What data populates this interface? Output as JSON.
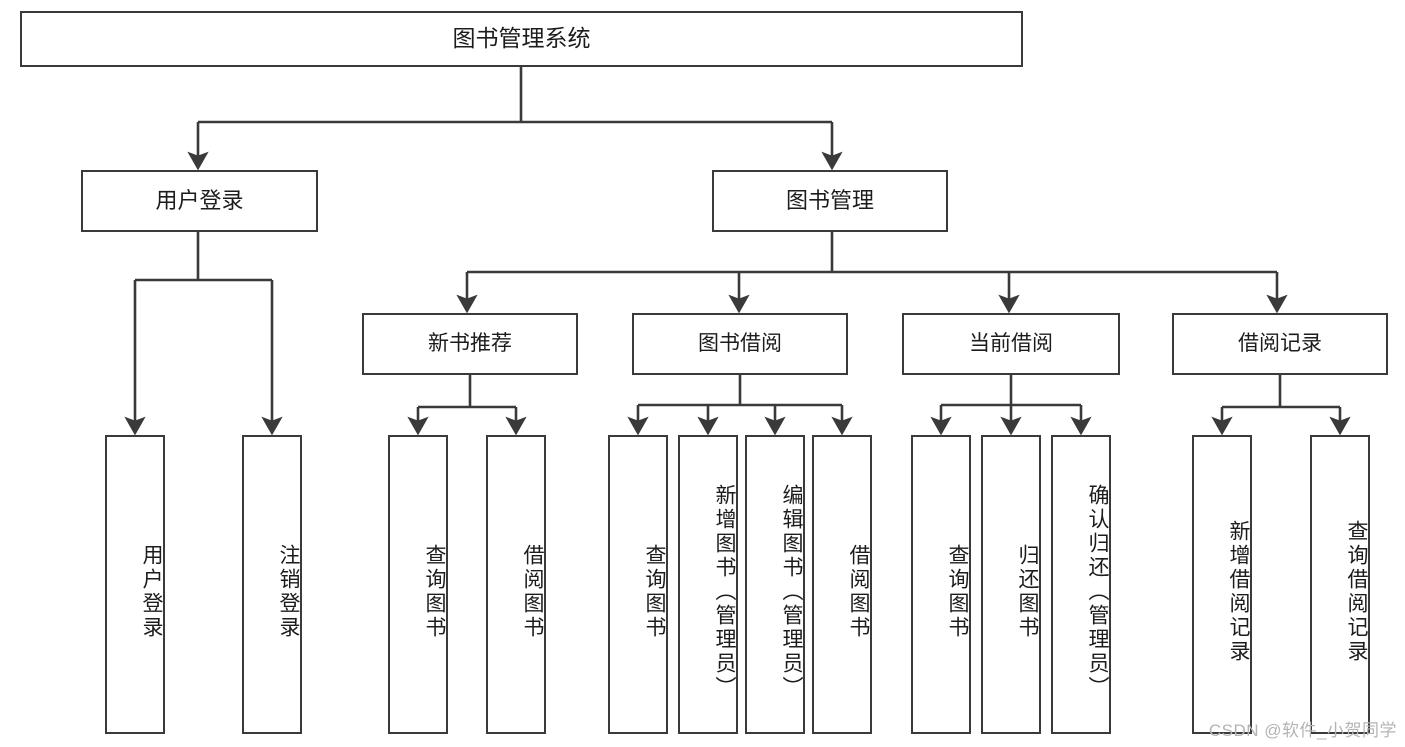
{
  "diagram": {
    "title": "图书管理系统",
    "type": "tree-hierarchy",
    "watermark": "CSDN @软件_小贺同学",
    "colors": {
      "stroke": "#3a3a3a",
      "fill": "#ffffff",
      "text": "#1c1c1c",
      "watermark": "#b4b4b4"
    },
    "root": {
      "label": "图书管理系统"
    },
    "level2": [
      {
        "label": "用户登录"
      },
      {
        "label": "图书管理"
      }
    ],
    "level3": [
      {
        "label": "新书推荐"
      },
      {
        "label": "图书借阅"
      },
      {
        "label": "当前借阅"
      },
      {
        "label": "借阅记录"
      }
    ],
    "leaves": [
      {
        "label": "用户登录",
        "parent": "用户登录"
      },
      {
        "label": "注销登录",
        "parent": "用户登录"
      },
      {
        "label": "查询图书",
        "parent": "新书推荐"
      },
      {
        "label": "借阅图书",
        "parent": "新书推荐"
      },
      {
        "label": "查询图书",
        "parent": "图书借阅"
      },
      {
        "label": "新增图书（管理员）",
        "parent": "图书借阅"
      },
      {
        "label": "编辑图书（管理员）",
        "parent": "图书借阅"
      },
      {
        "label": "借阅图书",
        "parent": "图书借阅"
      },
      {
        "label": "查询图书",
        "parent": "当前借阅"
      },
      {
        "label": "归还图书",
        "parent": "当前借阅"
      },
      {
        "label": "确认归还（管理员）",
        "parent": "当前借阅"
      },
      {
        "label": "新增借阅记录",
        "parent": "借阅记录"
      },
      {
        "label": "查询借阅记录",
        "parent": "借阅记录"
      }
    ]
  }
}
